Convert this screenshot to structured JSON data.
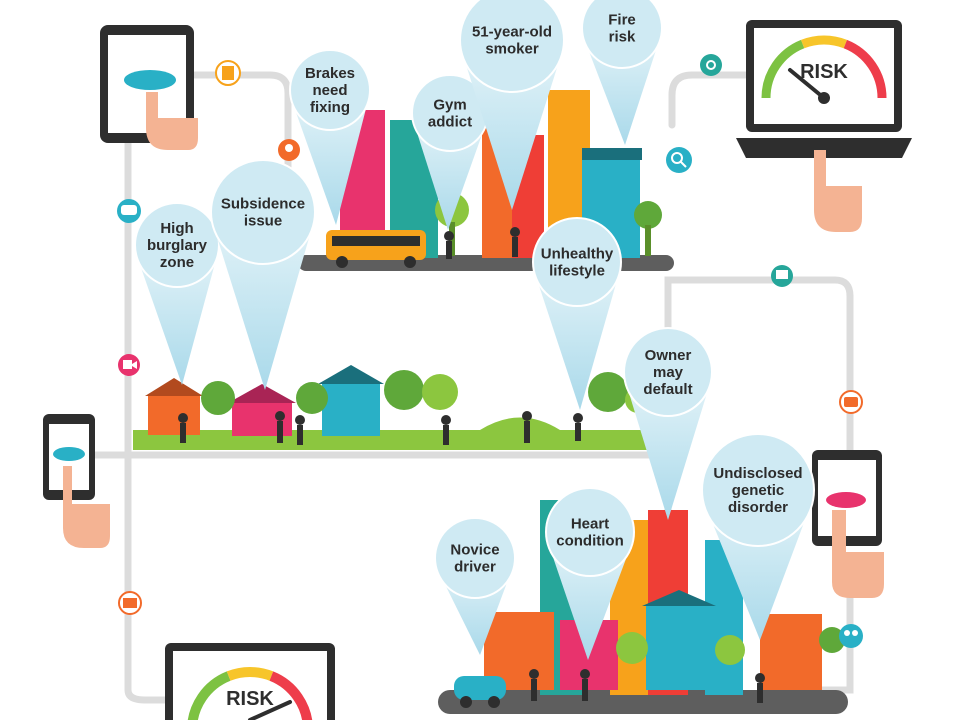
{
  "gauge_label": "RISK",
  "pins": [
    {
      "lines": [
        "Brakes",
        "need",
        "fixing"
      ]
    },
    {
      "lines": [
        "Gym",
        "addict"
      ]
    },
    {
      "lines": [
        "51-year-old",
        "smoker"
      ]
    },
    {
      "lines": [
        "Fire",
        "risk"
      ]
    },
    {
      "lines": [
        "High",
        "burglary",
        "zone"
      ]
    },
    {
      "lines": [
        "Subsidence",
        "issue"
      ]
    },
    {
      "lines": [
        "Unhealthy",
        "lifestyle"
      ]
    },
    {
      "lines": [
        "Owner",
        "may",
        "default"
      ]
    },
    {
      "lines": [
        "Heart",
        "condition"
      ]
    },
    {
      "lines": [
        "Novice",
        "driver"
      ]
    },
    {
      "lines": [
        "Undisclosed",
        "genetic",
        "disorder"
      ]
    }
  ],
  "colors": {
    "network_line": "#dcdcdc",
    "pin_fill": "#cfeaf3",
    "road": "#5e5e5e",
    "grass": "#8cc63f",
    "gauge_green": "#7dc242",
    "gauge_yellow": "#f7c52a",
    "gauge_red": "#ee3d4b"
  },
  "icons": [
    "document-icon",
    "location-icon",
    "chat-icon",
    "at-icon",
    "search-icon",
    "presentation-icon",
    "video-icon",
    "camera-icon",
    "mail-icon",
    "group-icon",
    "cloud-icon"
  ]
}
